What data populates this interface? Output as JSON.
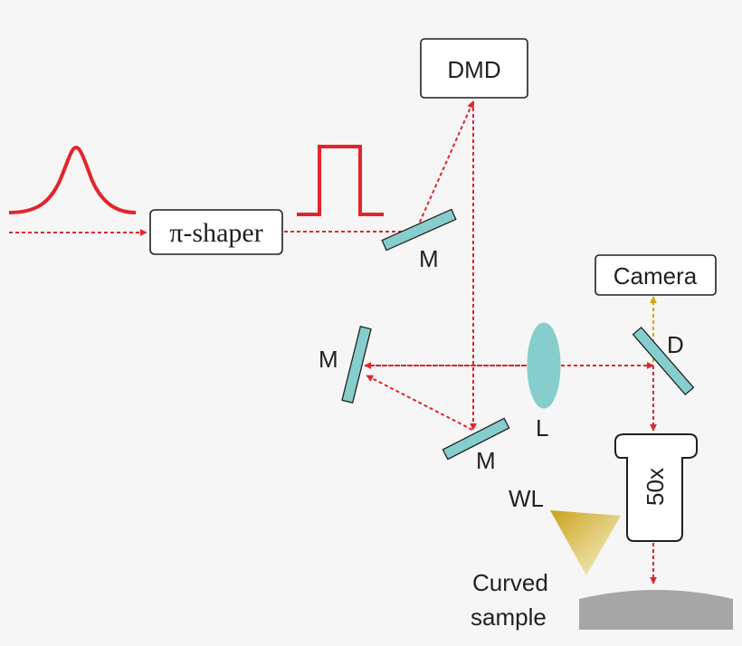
{
  "labels": {
    "shaper": "π-shaper",
    "dmd": "DMD",
    "camera": "Camera",
    "mirror_top": "M",
    "mirror_left": "M",
    "mirror_bottom": "M",
    "lens": "L",
    "dichroic": "D",
    "objective": "50x",
    "white_light": "WL",
    "sample_line1": "Curved",
    "sample_line2": "sample"
  },
  "colors": {
    "beam": "#e3242b",
    "camera_beam": "#d4a60a",
    "optics": "#86cece",
    "sample": "#a6a6a6",
    "white_light_start": "#c8a21c",
    "white_light_end": "#fbf6d6"
  }
}
